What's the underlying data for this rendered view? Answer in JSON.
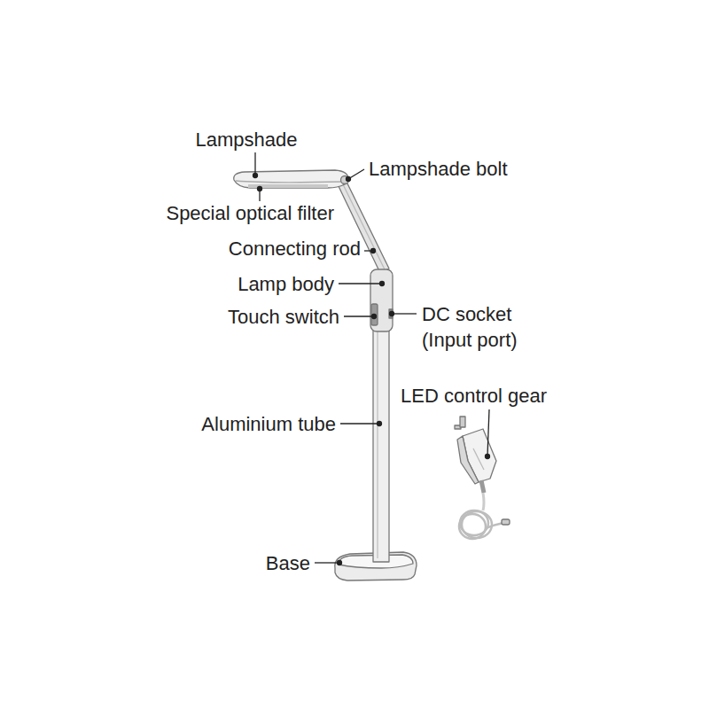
{
  "diagram": {
    "labels": [
      "Lampshade",
      "Lampshade bolt",
      "Special optical filter",
      "Connecting rod",
      "Lamp body",
      "Touch switch",
      "DC socket (Input port)",
      "LED control gear",
      "Aluminium tube",
      "Base"
    ]
  }
}
